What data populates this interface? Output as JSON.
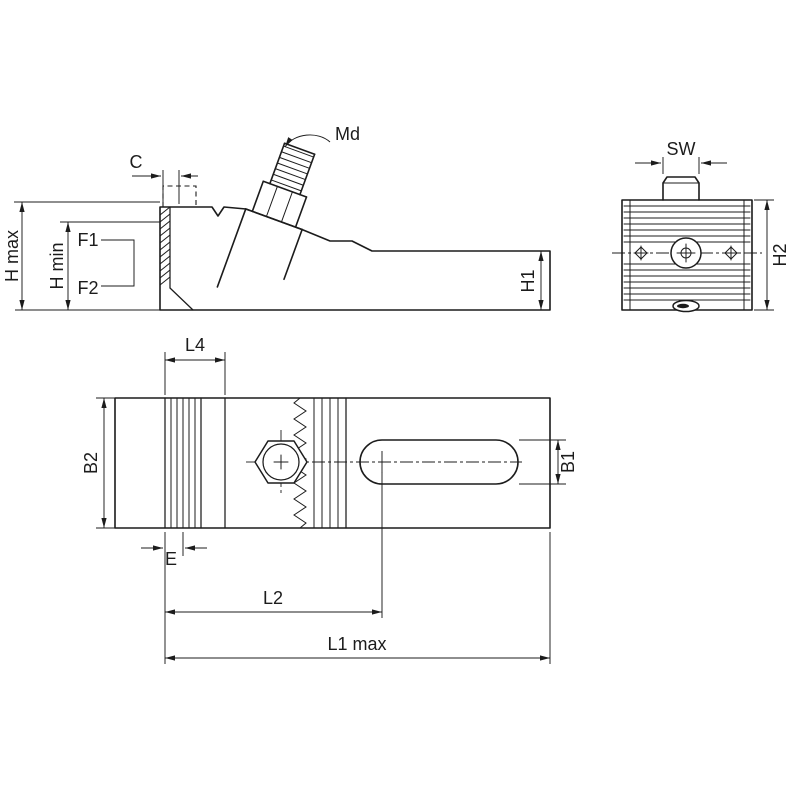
{
  "colors": {
    "line": "#1c1c1c",
    "background": "#ffffff"
  },
  "labels": {
    "md": "Md",
    "c": "C",
    "f1": "F1",
    "f2": "F2",
    "h_max": "H max",
    "h_min": "H min",
    "h1": "H1",
    "sw": "SW",
    "h2": "H2",
    "l4": "L4",
    "b2": "B2",
    "b1": "B1",
    "e": "E",
    "l2": "L2",
    "l1_max": "L1 max"
  }
}
